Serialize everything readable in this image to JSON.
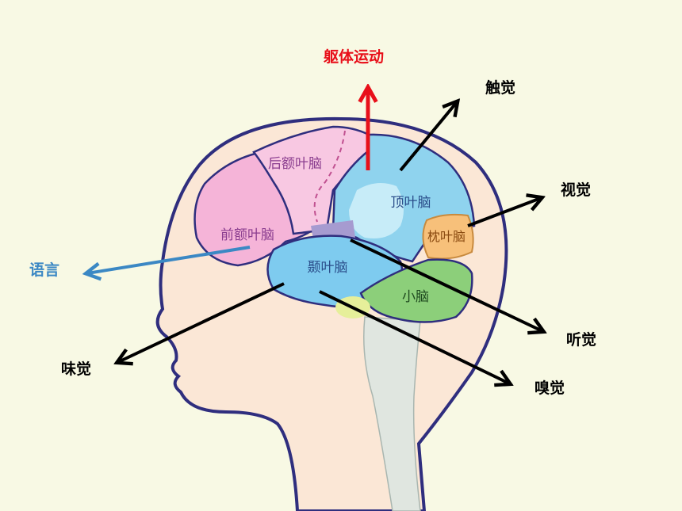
{
  "diagram": {
    "function_labels": {
      "movement": "躯体运动",
      "touch": "触觉",
      "vision": "视觉",
      "language": "语言",
      "hearing": "听觉",
      "taste": "味觉",
      "smell": "嗅觉"
    },
    "region_labels": {
      "posterior_frontal": "后额叶脑",
      "prefrontal": "前额叶脑",
      "parietal": "顶叶脑",
      "occipital": "枕叶脑",
      "temporal": "颞叶脑",
      "cerebellum": "小脑"
    },
    "colors": {
      "background": "#f8f9e4",
      "skin": "#fbe7d6",
      "outline": "#2f2e7e",
      "frontal": "#f5b4d8",
      "frontal_light": "#f8c8e2",
      "parietal": "#8fd3ee",
      "parietal_light": "#c7ecf8",
      "occipital": "#f7c07a",
      "temporal": "#7ecbef",
      "cerebellum": "#8ccf7a",
      "region_text": "#8a3d8f",
      "region_text_blue": "#2a4d8a",
      "movement_arrow": "#e8101a",
      "language_arrow": "#3b88c4",
      "black_arrow": "#000000"
    }
  }
}
